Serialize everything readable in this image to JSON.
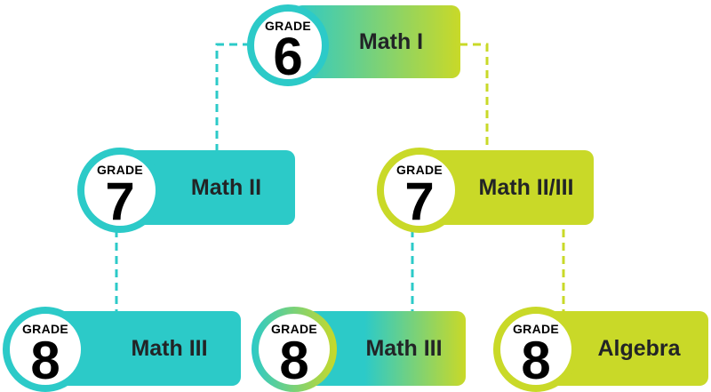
{
  "colors": {
    "teal": "#2ccac8",
    "lime": "#c9d928",
    "connector_teal": "#2ccac8",
    "connector_lime": "#c9d928"
  },
  "nodes": [
    {
      "id": "math-1",
      "grade_label": "GRADE",
      "grade": "6",
      "course": "Math I",
      "fill": "gradient"
    },
    {
      "id": "math-2",
      "grade_label": "GRADE",
      "grade": "7",
      "course": "Math II",
      "fill": "teal"
    },
    {
      "id": "math-2-3",
      "grade_label": "GRADE",
      "grade": "7",
      "course": "Math II/III",
      "fill": "lime"
    },
    {
      "id": "math-3-a",
      "grade_label": "GRADE",
      "grade": "8",
      "course": "Math III",
      "fill": "teal"
    },
    {
      "id": "math-3-b",
      "grade_label": "GRADE",
      "grade": "8",
      "course": "Math III",
      "fill": "gradient"
    },
    {
      "id": "algebra",
      "grade_label": "GRADE",
      "grade": "8",
      "course": "Algebra",
      "fill": "lime"
    }
  ]
}
